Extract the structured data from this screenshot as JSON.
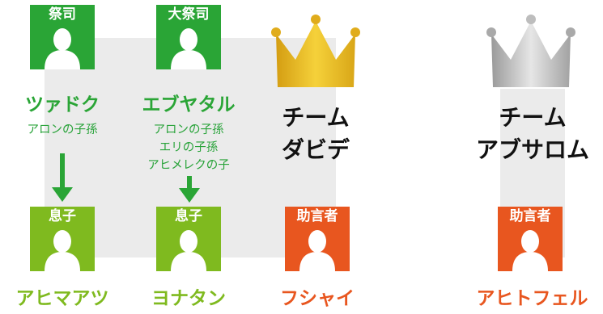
{
  "colors": {
    "priest_green": "#2aa536",
    "son_lime": "#7fba1f",
    "advisor_orange": "#e8561f",
    "panel_gray": "#ebebeb",
    "crown_gold": "#e7b81e",
    "crown_silver": "#b4b4b4"
  },
  "team_david": {
    "title_line1": "チーム",
    "title_line2": "ダビデ",
    "crown": "gold-crown-icon",
    "members": [
      {
        "role": "祭司",
        "name": "ツァドク",
        "desc": [
          "アロンの子孫"
        ]
      },
      {
        "role": "大祭司",
        "name": "エブヤタル",
        "desc": [
          "アロンの子孫",
          "エリの子孫",
          "アヒメレクの子"
        ]
      },
      {
        "role": "息子",
        "name": "アヒマアツ"
      },
      {
        "role": "息子",
        "name": "ヨナタン"
      },
      {
        "role": "助言者",
        "name": "フシャイ"
      }
    ]
  },
  "team_absalom": {
    "title_line1": "チーム",
    "title_line2": "アブサロム",
    "crown": "silver-crown-icon",
    "members": [
      {
        "role": "助言者",
        "name": "アヒトフェル"
      }
    ]
  }
}
